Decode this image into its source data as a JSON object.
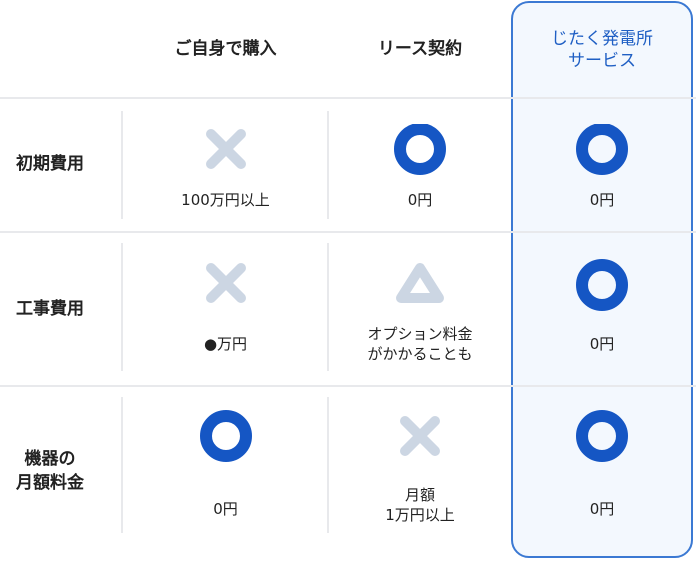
{
  "colors": {
    "accent": "#1556c4",
    "highlight_border": "#3b79d3",
    "highlight_bg": "#f3f8fe",
    "negative_icon": "#ccd6e3",
    "divider": "#e8e9ec"
  },
  "headers": {
    "col1": "ご自身で購入",
    "col2": "リース契約",
    "col3_line1": "じたく発電所",
    "col3_line2": "サービス"
  },
  "rows": [
    {
      "label_line1": "初期費用",
      "label_line2": "",
      "cells": [
        {
          "icon": "cross-icon",
          "text_line1": "100万円以上",
          "text_line2": ""
        },
        {
          "icon": "circle-icon",
          "text_line1": "0円",
          "text_line2": ""
        },
        {
          "icon": "circle-icon",
          "text_line1": "0円",
          "text_line2": ""
        }
      ]
    },
    {
      "label_line1": "工事費用",
      "label_line2": "",
      "cells": [
        {
          "icon": "cross-icon",
          "text_line1": "●万円",
          "text_line2": ""
        },
        {
          "icon": "triangle-icon",
          "text_line1": "オプション料金",
          "text_line2": "がかかることも"
        },
        {
          "icon": "circle-icon",
          "text_line1": "0円",
          "text_line2": ""
        }
      ]
    },
    {
      "label_line1": "機器の",
      "label_line2": "月額料金",
      "cells": [
        {
          "icon": "circle-icon",
          "text_line1": "0円",
          "text_line2": ""
        },
        {
          "icon": "cross-icon",
          "text_line1": "月額",
          "text_line2": "1万円以上"
        },
        {
          "icon": "circle-icon",
          "text_line1": "0円",
          "text_line2": ""
        }
      ]
    }
  ]
}
